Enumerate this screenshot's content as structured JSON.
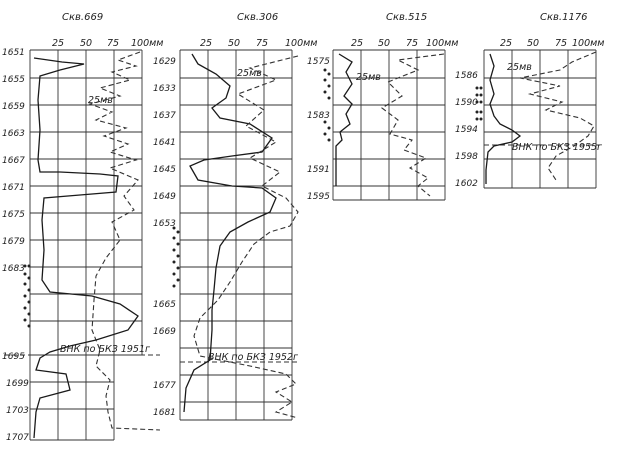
{
  "wells": [
    {
      "id": "w669",
      "name": "Скв.669",
      "scale": [
        "25",
        "50",
        "75",
        "100мм"
      ],
      "depths": [
        "1651",
        "1655",
        "1659",
        "1663",
        "1667",
        "1671",
        "1675",
        "1679",
        "1683",
        "1695",
        "1699",
        "1703",
        "1707"
      ],
      "scale_bar": "25мв",
      "contact": "ВНК по БКЗ 1951г"
    },
    {
      "id": "w306",
      "name": "Скв.306",
      "scale": [
        "25",
        "50",
        "75",
        "100мм"
      ],
      "depths": [
        "1629",
        "1633",
        "1637",
        "1641",
        "1645",
        "1649",
        "1653",
        "1665",
        "1669",
        "1677",
        "1681"
      ],
      "scale_bar": "25мв",
      "contact": "ВНК по БКЗ 1952г"
    },
    {
      "id": "w515",
      "name": "Скв.515",
      "scale": [
        "25",
        "50",
        "75",
        "100мм"
      ],
      "depths": [
        "1575",
        "1583",
        "1591",
        "1595"
      ],
      "scale_bar": "25мв",
      "contact": ""
    },
    {
      "id": "w1176",
      "name": "Скв.1176",
      "scale": [
        "25",
        "50",
        "75",
        "100мм"
      ],
      "depths": [
        "1586",
        "1590",
        "1594",
        "1598",
        "1602"
      ],
      "scale_bar": "25мв",
      "contact": "ВНК по БКЗ 1955г"
    }
  ]
}
